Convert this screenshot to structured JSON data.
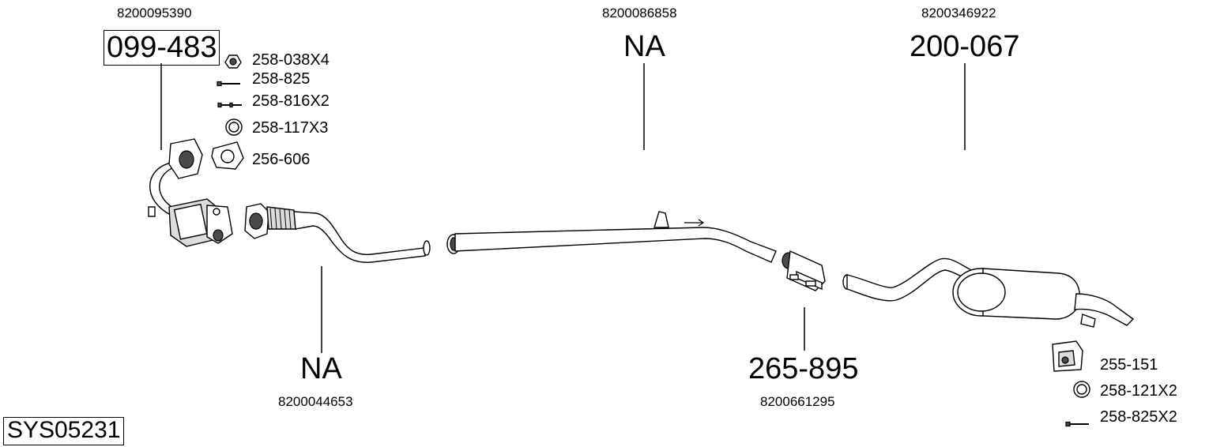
{
  "system_code": "SYS05231",
  "groups": {
    "front": {
      "oem": "8200095390",
      "part_number": "099-483",
      "accessories": [
        "258-038X4",
        "258-825",
        "258-816X2",
        "258-117X3",
        "256-606"
      ]
    },
    "front_pipe": {
      "oem": "8200044653",
      "part_number": "NA"
    },
    "middle": {
      "oem": "8200086858",
      "part_number": "NA"
    },
    "connector": {
      "oem": "8200661295",
      "part_number": "265-895"
    },
    "rear": {
      "oem": "8200346922",
      "part_number": "200-067",
      "accessories": [
        "255-151",
        "258-121X2",
        "258-825X2"
      ]
    }
  },
  "icons": [
    "nut-icon",
    "bolt-icon",
    "stud-icon",
    "ring-icon",
    "gasket-icon",
    "hanger-icon",
    "ring-icon",
    "bolt-icon"
  ]
}
